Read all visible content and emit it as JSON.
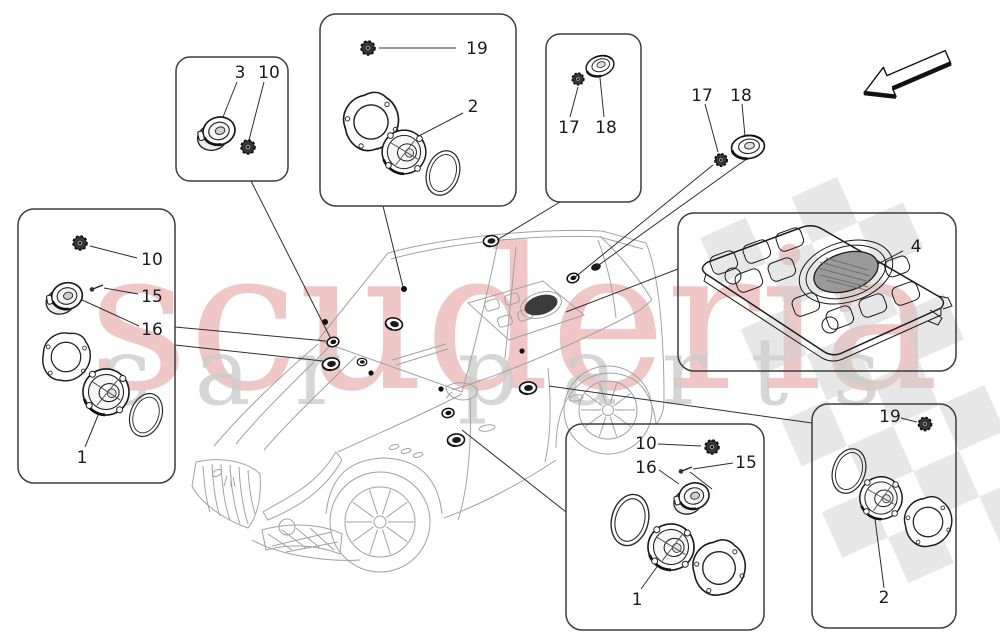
{
  "watermark": {
    "brand": "scuderia",
    "subtitle": "car parts"
  },
  "callouts": {
    "n1": "1",
    "n2": "2",
    "n3": "3",
    "n4": "4",
    "n10": "10",
    "n15": "15",
    "n16": "16",
    "n17": "17",
    "n18": "18",
    "n19": "19"
  },
  "panels": [
    {
      "id": "dash-speaker-kit",
      "callouts": [
        "3",
        "10"
      ]
    },
    {
      "id": "front-door-mid-speaker-kit",
      "callouts": [
        "19",
        "2"
      ]
    },
    {
      "id": "front-pillar-tweeter-kit",
      "callouts": [
        "17",
        "18"
      ]
    },
    {
      "id": "rear-pillar-tweeter-group",
      "callouts": [
        "17",
        "18"
      ]
    },
    {
      "id": "front-door-woofer-kit",
      "callouts": [
        "10",
        "15",
        "16",
        "1"
      ]
    },
    {
      "id": "parcel-shelf-subwoofer",
      "callouts": [
        "4"
      ]
    },
    {
      "id": "rear-door-woofer-kit",
      "callouts": [
        "10",
        "15",
        "16",
        "1"
      ]
    },
    {
      "id": "rear-door-mid-speaker-kit",
      "callouts": [
        "19",
        "2"
      ]
    }
  ],
  "icons": {
    "direction_arrow": "arrow-down-left"
  },
  "colors": {
    "line": "#1a1a1a",
    "car_line": "#a2a2a2",
    "watermark_red": "#e39a98",
    "watermark_gray": "#cccccc",
    "flag_gray": "#d0d0d0",
    "background": "#ffffff"
  }
}
